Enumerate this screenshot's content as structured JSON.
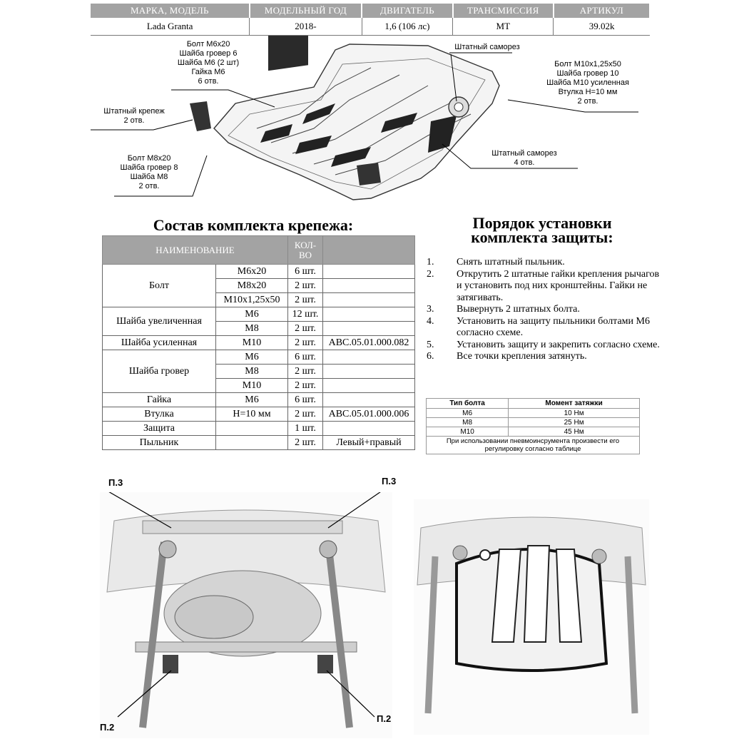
{
  "header": {
    "columns": [
      "МАРКА, МОДЕЛЬ",
      "МОДЕЛЬНЫЙ ГОД",
      "ДВИГАТЕЛЬ",
      "ТРАНСМИССИЯ",
      "АРТИКУЛ"
    ],
    "values": [
      "Lada Granta",
      "2018-",
      "1,6 (106 лс)",
      "MT",
      "39.02k"
    ]
  },
  "callouts": {
    "top_left": [
      "Болт М6х20",
      "Шайба гровер 6",
      "Шайба М6 (2 шт)",
      "Гайка М6",
      "6 отв."
    ],
    "left_mid": [
      "Штатный крепеж",
      "2 отв."
    ],
    "left_bottom": [
      "Болт М8х20",
      "Шайба гровер 8",
      "Шайба М8",
      "2 отв."
    ],
    "top_right": "Штатный саморез",
    "right_top": [
      "Болт М10х1,25х50",
      "Шайба гровер 10",
      "Шайба М10 усиленная",
      "Втулка Н=10 мм",
      "2 отв."
    ],
    "right_bottom": [
      "Штатный саморез",
      "4 отв."
    ]
  },
  "kit": {
    "title": "Состав комплекта крепежа:",
    "head_name": "НАИМЕНОВАНИЕ",
    "head_qty": "КОЛ-ВО",
    "rows": [
      {
        "name": "Болт",
        "size": "М6х20",
        "qty": "6 шт.",
        "code": ""
      },
      {
        "name": "",
        "size": "М8х20",
        "qty": "2 шт.",
        "code": ""
      },
      {
        "name": "",
        "size": "М10х1,25х50",
        "qty": "2 шт.",
        "code": ""
      },
      {
        "name": "Шайба увеличенная",
        "size": "М6",
        "qty": "12 шт.",
        "code": ""
      },
      {
        "name": "",
        "size": "М8",
        "qty": "2 шт.",
        "code": ""
      },
      {
        "name": "Шайба усиленная",
        "size": "М10",
        "qty": "2 шт.",
        "code": "АВС.05.01.000.082"
      },
      {
        "name": "Шайба гровер",
        "size": "М6",
        "qty": "6 шт.",
        "code": ""
      },
      {
        "name": "",
        "size": "М8",
        "qty": "2 шт.",
        "code": ""
      },
      {
        "name": "",
        "size": "М10",
        "qty": "2 шт.",
        "code": ""
      },
      {
        "name": "Гайка",
        "size": "М6",
        "qty": "6 шт.",
        "code": ""
      },
      {
        "name": "Втулка",
        "size": "Н=10 мм",
        "qty": "2 шт.",
        "code": "АВС.05.01.000.006"
      },
      {
        "name": "Защита",
        "size": "",
        "qty": "1 шт.",
        "code": ""
      },
      {
        "name": "Пыльник",
        "size": "",
        "qty": "2 шт.",
        "code": "Левый+правый"
      }
    ]
  },
  "procedure": {
    "title_line1": "Порядок установки",
    "title_line2": "комплекта защиты:",
    "steps": [
      {
        "num": "1.",
        "text": "Снять штатный пыльник."
      },
      {
        "num": "2.",
        "text": "Открутить 2 штатные гайки крепления рычагов и установить под них кронштейны. Гайки не затягивать."
      },
      {
        "num": "3.",
        "text": "Вывернуть 2 штатных болта."
      },
      {
        "num": "4.",
        "text": "Установить на защиту пыльники болтами М6 согласно схеме."
      },
      {
        "num": "5.",
        "text": "Установить защиту и закрепить согласно схеме."
      },
      {
        "num": "6.",
        "text": "Все точки крепления затянуть."
      }
    ]
  },
  "torque": {
    "head_bolt": "Тип болта",
    "head_torque": "Момент затяжки",
    "rows": [
      {
        "bolt": "М6",
        "torque": "10 Нм"
      },
      {
        "bolt": "М8",
        "torque": "25 Нм"
      },
      {
        "bolt": "М10",
        "torque": "45 Нм"
      }
    ],
    "note": "При использовании пневмоинсрумента произвести его регулировку согласно таблице"
  },
  "photo_labels": {
    "p3_left": "П.3",
    "p3_right": "П.3",
    "p2_left": "П.2",
    "p2_right": "П.2"
  }
}
